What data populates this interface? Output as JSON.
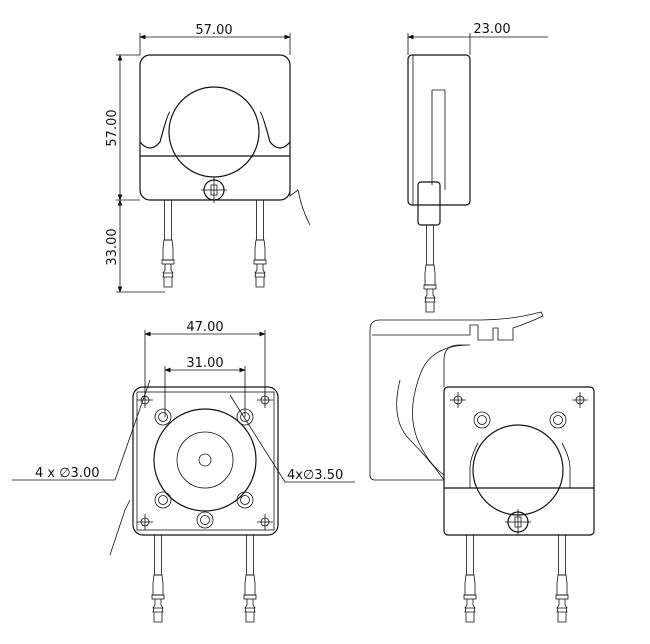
{
  "views": {
    "front": {
      "width_label": "57.00",
      "height_label": "57.00",
      "tube_length_label": "33.00"
    },
    "side": {
      "depth_label": "23.00"
    },
    "back": {
      "outer_hole_spacing_label": "47.00",
      "inner_hole_spacing_label": "31.00",
      "outer_hole_callout": "4 x ∅3.00",
      "inner_hole_callout": "4x∅3.50"
    },
    "perspective": {}
  },
  "colors": {
    "line": "#111111",
    "background": "#ffffff"
  }
}
